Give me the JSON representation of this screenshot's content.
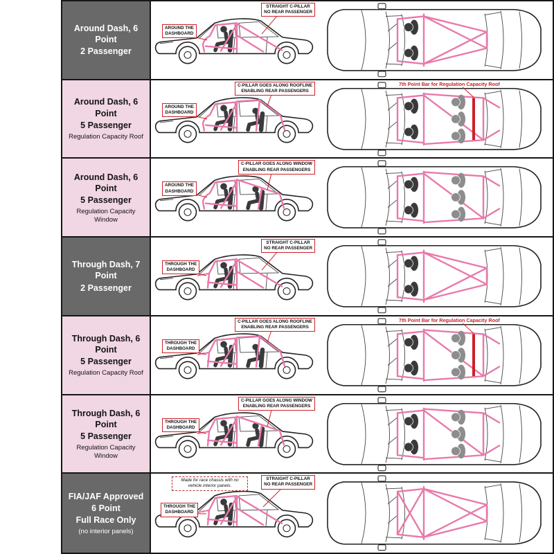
{
  "table": {
    "colors": {
      "cage_pink": "#e879ab",
      "annotation_red": "#cc2027",
      "label_dark_bg": "#696969",
      "label_pink_bg": "#f1d6e3"
    },
    "rows": [
      {
        "title1": "Around Dash, 6 Point",
        "title2": "2 Passenger",
        "ann_dash": "AROUND THE\nDASHBOARD",
        "ann_pillar": "STRAIGHT C-PILLAR\nNO REAR PASSENGER"
      },
      {
        "title1": "Around Dash, 6 Point",
        "title2": "5 Passenger",
        "subtitle": "Regulation Capacity Roof",
        "ann_dash": "AROUND THE\nDASHBOARD",
        "ann_pillar": "C-PILLAR GOES ALONG ROOFLINE\nENABLING REAR PASSENGERS",
        "ann_roof": "7th Point Bar for Regulation Capacity Roof"
      },
      {
        "title1": "Around Dash, 6 Point",
        "title2": "5 Passenger",
        "subtitle": "Regulation Capacity Window",
        "ann_dash": "AROUND THE\nDASHBOARD",
        "ann_pillar": "C-PILLAR GOES ALONG WINDOW\nENABLING REAR PASSENGERS"
      },
      {
        "title1": "Through Dash, 7 Point",
        "title2": "2 Passenger",
        "ann_dash": "THROUGH THE\nDASHBOARD",
        "ann_pillar": "STRAIGHT C-PILLAR\nNO REAR PASSENGER"
      },
      {
        "title1": "Through Dash, 6 Point",
        "title2": "5 Passenger",
        "subtitle": "Regulation Capacity Roof",
        "ann_dash": "THROUGH THE\nDASHBOARD",
        "ann_pillar": "C-PILLAR GOES ALONG ROOFLINE\nENABLING REAR PASSENGERS",
        "ann_roof": "7th Point Bar for Regulation Capacity Roof"
      },
      {
        "title1": "Through Dash, 6 Point",
        "title2": "5 Passenger",
        "subtitle": "Regulation Capacity Window",
        "ann_dash": "THROUGH THE\nDASHBOARD",
        "ann_pillar": "C-PILLAR GOES ALONG WINDOW\nENABLING REAR PASSENGERS"
      },
      {
        "title1": "FIA/JAF Approved",
        "title2": "6 Point",
        "title3": "Full Race Only",
        "subtitle": "(no interior panels)",
        "ann_dash": "THROUGH THE\nDASHBOARD",
        "ann_pillar": "STRAIGHT C-PILLAR\nNO REAR PASSENGER",
        "ann_race": "Made for race chassis with no\nvehicle interior panels."
      }
    ]
  }
}
